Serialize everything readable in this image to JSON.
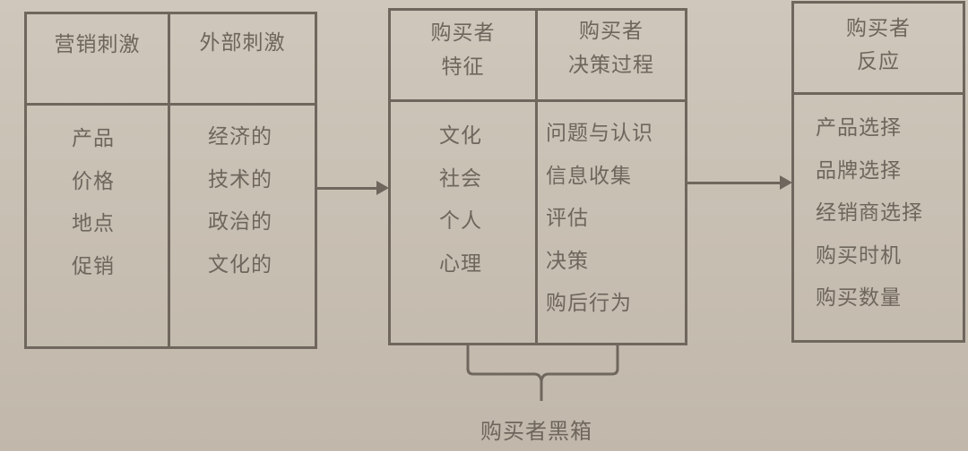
{
  "stimuli": {
    "marketing": {
      "header": "营销刺激",
      "items": [
        "产品",
        "价格",
        "地点",
        "促销"
      ]
    },
    "external": {
      "header": "外部刺激",
      "items": [
        "经济的",
        "技术的",
        "政治的",
        "文化的"
      ]
    }
  },
  "buyer_black_box": {
    "characteristics": {
      "header_line1": "购买者",
      "header_line2": "特征",
      "items": [
        "文化",
        "社会",
        "个人",
        "心理"
      ]
    },
    "decision_process": {
      "header_line1": "购买者",
      "header_line2": "决策过程",
      "items": [
        "问题与认识",
        "信息收集",
        "评估",
        "决策",
        "购后行为"
      ]
    },
    "caption": "购买者黑箱"
  },
  "response": {
    "header_line1": "购买者",
    "header_line2": "反应",
    "items": [
      "产品选择",
      "品牌选择",
      "经销商选择",
      "购买时机",
      "购买数量"
    ]
  },
  "colors": {
    "line": "#6f665d",
    "text": "#6e655c",
    "paper": "#c9c0b4"
  }
}
